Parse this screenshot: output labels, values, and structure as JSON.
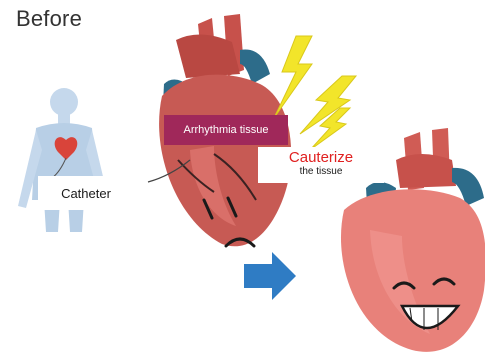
{
  "title": "Before",
  "labels": {
    "catheter": "Catheter",
    "arrhythmia_tissue": "Arrhythmia tissue",
    "cauterize": "Cauterize",
    "cauterize_sub": "the tissue"
  },
  "colors": {
    "heart_red": "#c75a54",
    "heart_light": "#e8817a",
    "vessel_blue": "#2d6c8a",
    "body_blue": "#b8cfe6",
    "lightning": "#f2e52a",
    "arrow": "#2f7cc4",
    "arrhythmia_bg": "#a0285a",
    "cauterize_text": "#e02020"
  },
  "icons": [
    "human-silhouette-icon",
    "sick-heart-icon",
    "lightning-bolt-icon",
    "right-arrow-icon",
    "happy-heart-icon"
  ]
}
